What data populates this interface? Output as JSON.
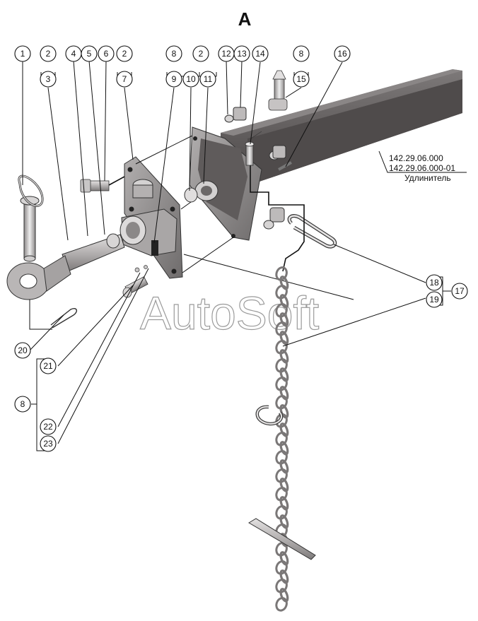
{
  "view_title": "А",
  "watermark": "AutoSoft",
  "assembly_label": {
    "number_1": "142.29.06.000",
    "number_2": "142.29.06.000-01",
    "name": "Удлинитель"
  },
  "callouts": {
    "c1": "1",
    "c2a": "2",
    "c3": "3",
    "c4": "4",
    "c5": "5",
    "c6": "6",
    "c2b": "2",
    "c7": "7",
    "c8a": "8",
    "c9": "9",
    "c10": "10",
    "c2c": "2",
    "c11": "11",
    "c12": "12",
    "c13": "13",
    "c14": "14",
    "c8b": "8",
    "c15": "15",
    "c16": "16",
    "c17": "17",
    "c18": "18",
    "c19": "19",
    "c20": "20",
    "c21": "21",
    "c8c": "8",
    "c22": "22",
    "c23": "23"
  },
  "colors": {
    "tube_top": "#6e6a6a",
    "tube_side": "#4a4646",
    "plate": "#8c8989",
    "metal_light": "#c9c7c7",
    "metal_mid": "#9a9797",
    "chain": "#7a7777"
  }
}
